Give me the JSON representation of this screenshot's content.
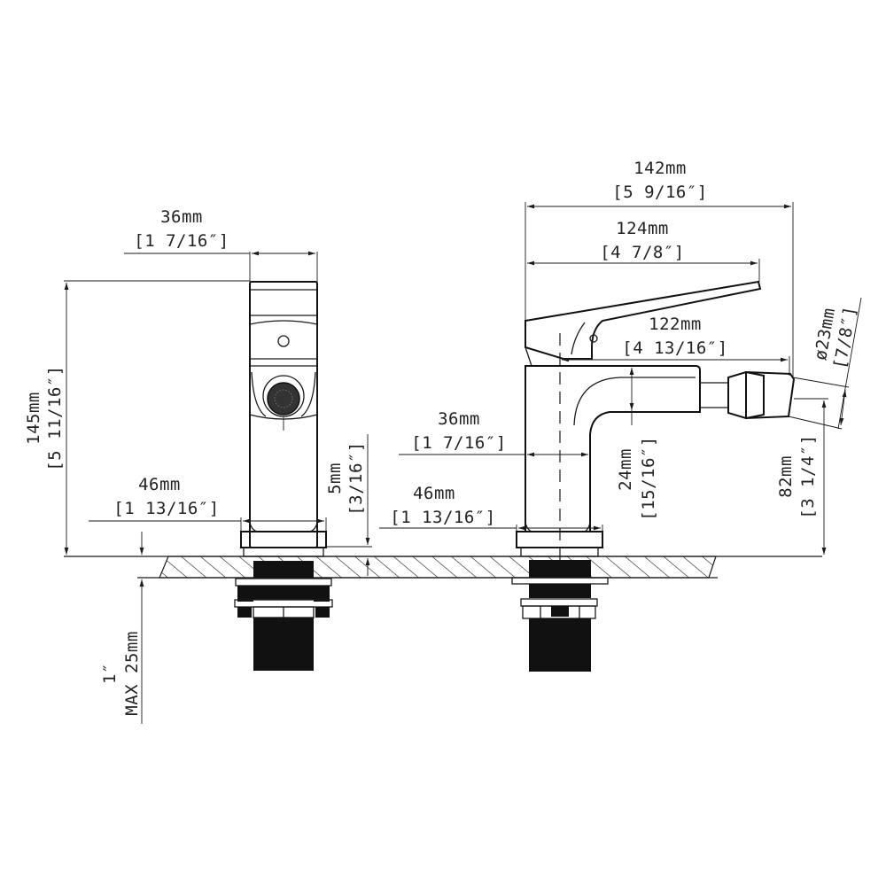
{
  "diagram": {
    "type": "technical-drawing",
    "subject": "bidet mixer faucet, front and side elevations",
    "colors": {
      "line": "#1a1a1a",
      "background": "#ffffff"
    },
    "front_view": {
      "width_top": {
        "mm": "36mm",
        "in": "[1 7/16″]"
      },
      "height": {
        "mm": "145mm",
        "in": "[5 11/16″]"
      },
      "base_width": {
        "mm": "46mm",
        "in": "[1 13/16″]"
      },
      "base_height": {
        "mm": "5mm",
        "in": "[3/16″]"
      },
      "deck_thickness": {
        "mm": "MAX 25mm",
        "in": "1″"
      }
    },
    "side_view": {
      "overall_depth": {
        "mm": "142mm",
        "in": "[5 9/16″]"
      },
      "lever_length": {
        "mm": "124mm",
        "in": "[4 7/8″]"
      },
      "spout_reach": {
        "mm": "122mm",
        "in": "[4 13/16″]"
      },
      "body_width": {
        "mm": "36mm",
        "in": "[1 7/16″]"
      },
      "base_width": {
        "mm": "46mm",
        "in": "[1 13/16″]"
      },
      "spout_thickness": {
        "mm": "24mm",
        "in": "[15/16″]"
      },
      "spout_height": {
        "mm": "82mm",
        "in": "[3 1/4″]"
      },
      "aerator_diameter": {
        "mm": "ø23mm",
        "in": "[7/8″]"
      }
    }
  }
}
